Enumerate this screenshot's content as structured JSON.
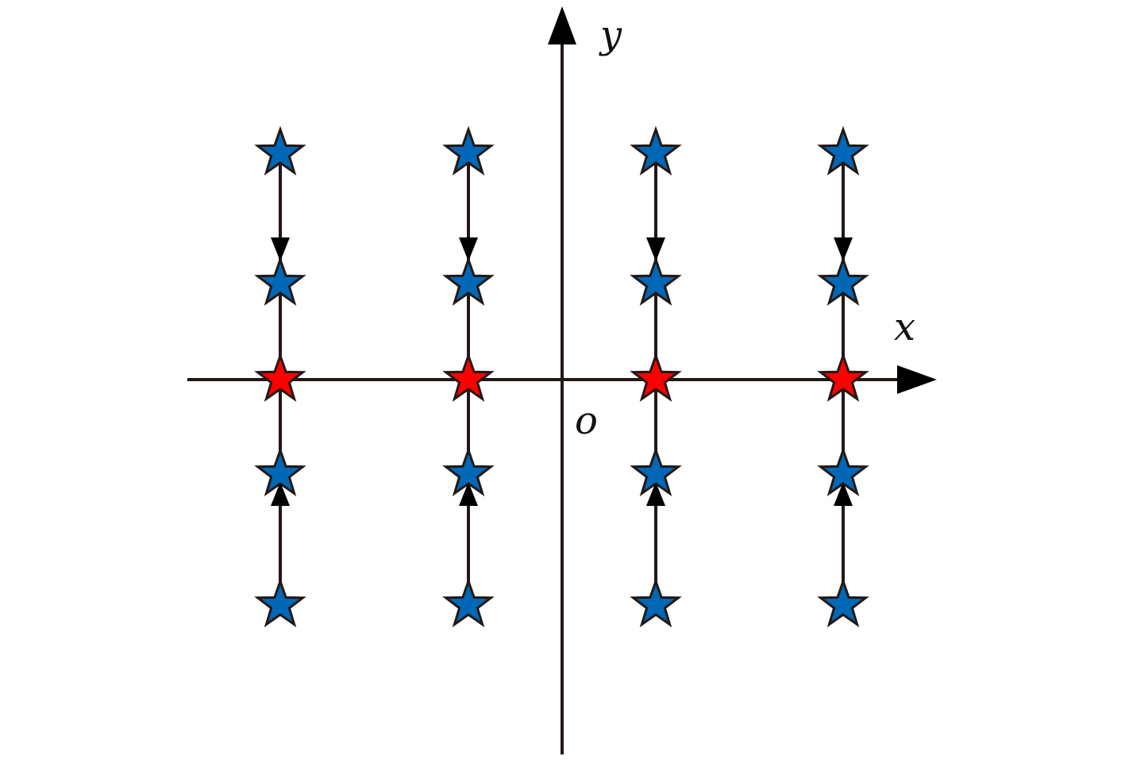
{
  "axes": {
    "x_label": "x",
    "y_label": "y",
    "origin_label": "o"
  },
  "columns": 4,
  "rows": [
    "top",
    "upper",
    "axis",
    "lower",
    "bottom"
  ],
  "arrow_direction": "toward-x-axis",
  "colors": {
    "line": "#231815",
    "star_stroke": "#231815",
    "star_blue": "#0068b7",
    "star_red": "#ff0000"
  },
  "icons": {
    "star": "five-point-star",
    "arrow": "triangle-arrowhead"
  }
}
